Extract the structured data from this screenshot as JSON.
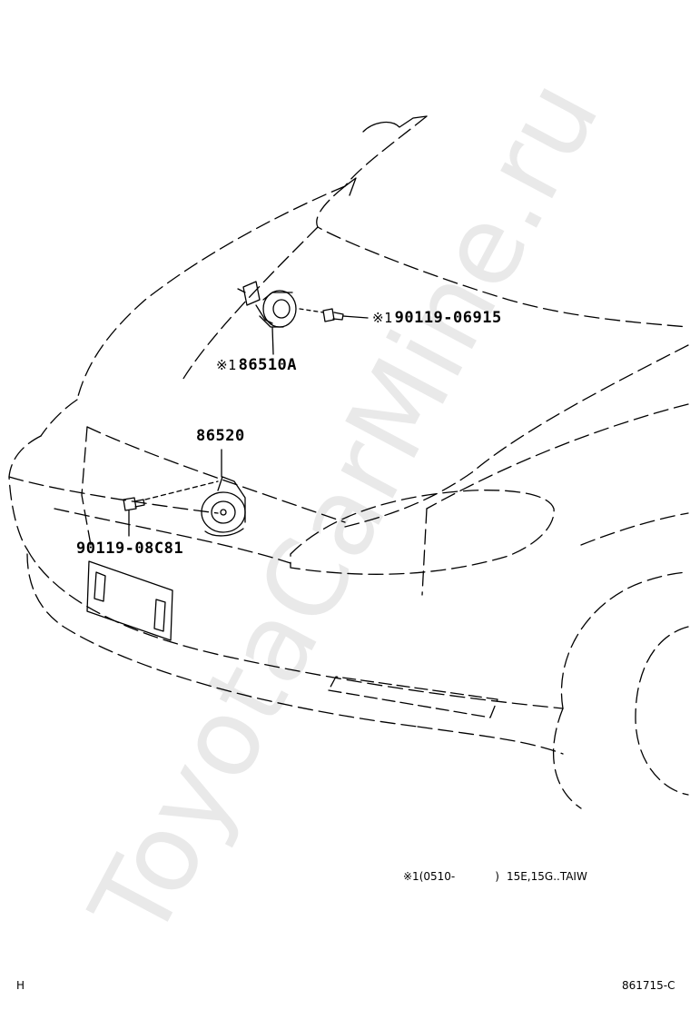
{
  "watermark": "ToyotaCarMine.ru",
  "parts": {
    "horn_high": {
      "number": "86510A",
      "mark": "※1"
    },
    "bolt_high": {
      "number": "90119-06915",
      "mark": "※1"
    },
    "horn_low": {
      "number": "86520"
    },
    "bolt_low": {
      "number": "90119-08C81"
    }
  },
  "footnote": {
    "mark": "※1",
    "range": "(0510-",
    "end": ")",
    "models": "15E,15G..TAIW"
  },
  "corner_left": "H",
  "diagram_code": "861715-C"
}
